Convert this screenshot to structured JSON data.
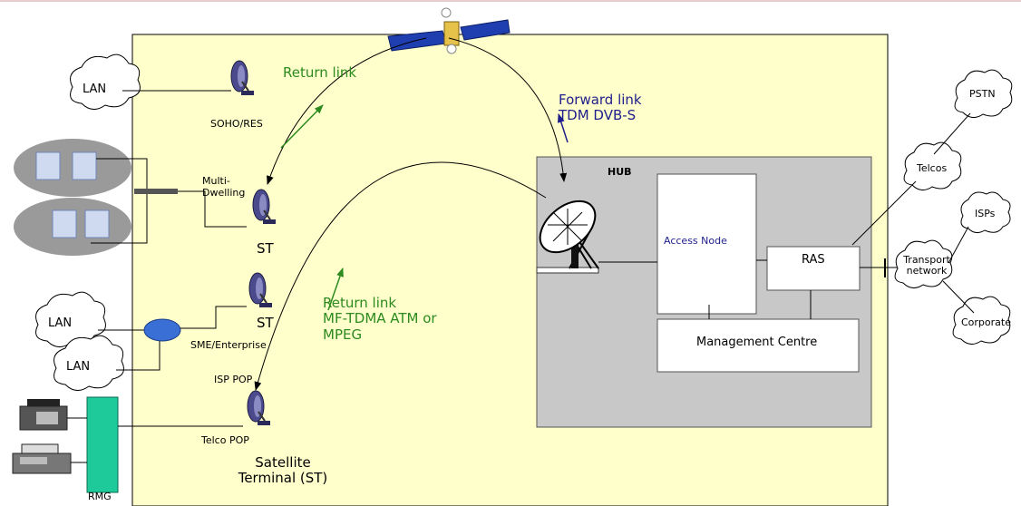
{
  "colors": {
    "panel": "#ffffcc",
    "hub": "#c8c8c8",
    "green_text": "#2c8a1e",
    "navy_text": "#1e1e8c",
    "rmg": "#1ec99a",
    "router": "#3a6fd6"
  },
  "clouds": {
    "lan_top": "LAN",
    "lan_mid": "LAN",
    "lan_bottom": "LAN",
    "pstn": "PSTN",
    "telcos": "Telcos",
    "isps": "ISPs",
    "transport": "Transport network",
    "corporate": "Corporate"
  },
  "links": {
    "return_top": "Return link",
    "forward": "Forward link\nTDM DVB-S",
    "return_mid": "Return link\nMF-TDMA ATM or\nMPEG"
  },
  "terminals": {
    "soho": "SOHO/RES",
    "multi_dwelling": "Multi-\nDwelling",
    "st_1": "ST",
    "st_2": "ST",
    "sme": "SME/Enterprise",
    "isp_pop": "ISP POP",
    "telco_pop": "Telco POP",
    "satellite_terminal": "Satellite\nTerminal (ST)",
    "rmg": "RMG"
  },
  "hub": {
    "title": "HUB",
    "access_node": "Access Node",
    "ras": "RAS",
    "management_centre": "Management Centre"
  }
}
